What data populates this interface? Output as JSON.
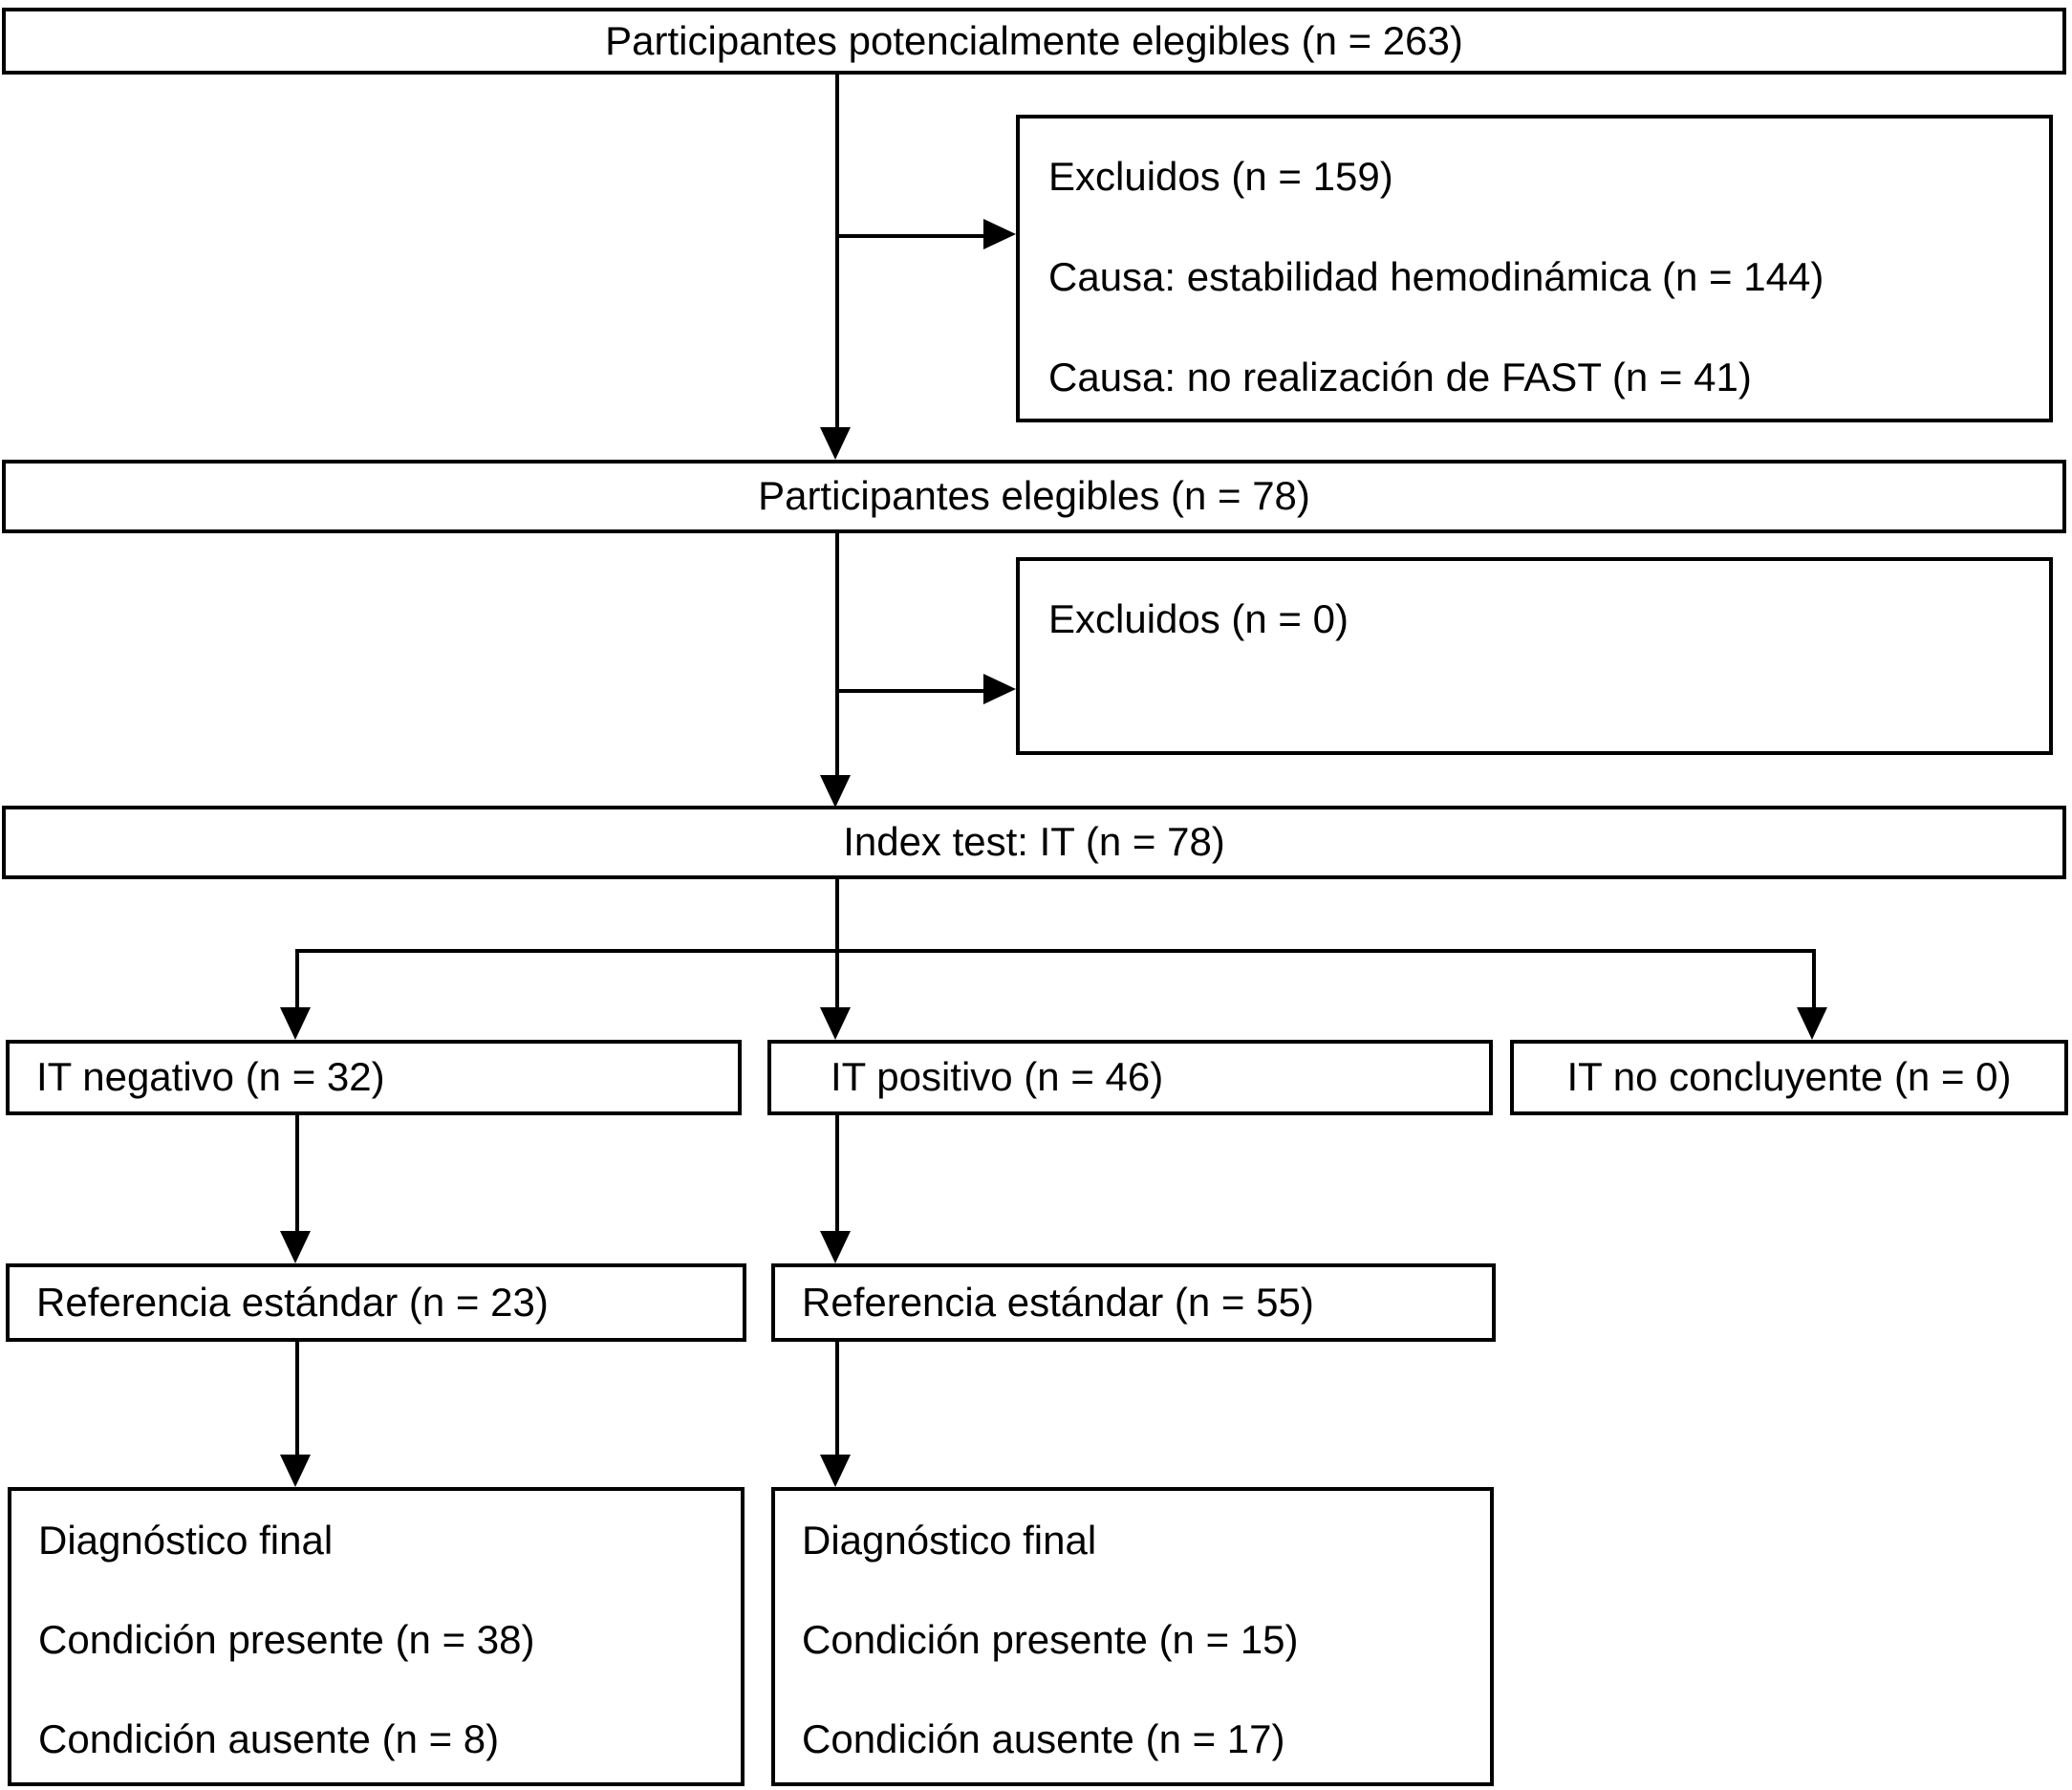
{
  "diagram": {
    "type": "flowchart",
    "language": "es",
    "nodes": {
      "potentially_eligible": {
        "label": "Participantes potencialmente elegibles (n = 263)",
        "n": 263
      },
      "excluded_1": {
        "lines": [
          "Excluidos (n = 159)",
          "Causa: estabilidad hemodinámica (n = 144)",
          "Causa: no realización de FAST (n = 41)"
        ],
        "n": 159
      },
      "eligible": {
        "label": "Participantes elegibles (n = 78)",
        "n": 78
      },
      "excluded_2": {
        "lines": [
          "Excluidos (n = 0)"
        ],
        "n": 0
      },
      "index_test": {
        "label": "Index test: IT (n = 78)",
        "n": 78
      },
      "it_negative": {
        "label": "IT negativo (n = 32)",
        "n": 32
      },
      "it_positive": {
        "label": "IT positivo (n = 46)",
        "n": 46
      },
      "it_inconclusive": {
        "label": "IT no concluyente (n = 0)",
        "n": 0
      },
      "reference_negative": {
        "label": "Referencia estándar (n = 23)",
        "n": 23
      },
      "reference_positive": {
        "label": "Referencia estándar (n = 55)",
        "n": 55
      },
      "final_dx_negative": {
        "lines": [
          "Diagnóstico final",
          "Condición presente (n = 38)",
          "Condición ausente (n = 8)"
        ]
      },
      "final_dx_positive": {
        "lines": [
          "Diagnóstico final",
          "Condición presente (n = 15)",
          "Condición ausente (n = 17)"
        ]
      }
    },
    "colors": {
      "line": "#000000",
      "text": "#000000",
      "box_background": "#ffffff",
      "page_background": "#ffffff"
    }
  }
}
